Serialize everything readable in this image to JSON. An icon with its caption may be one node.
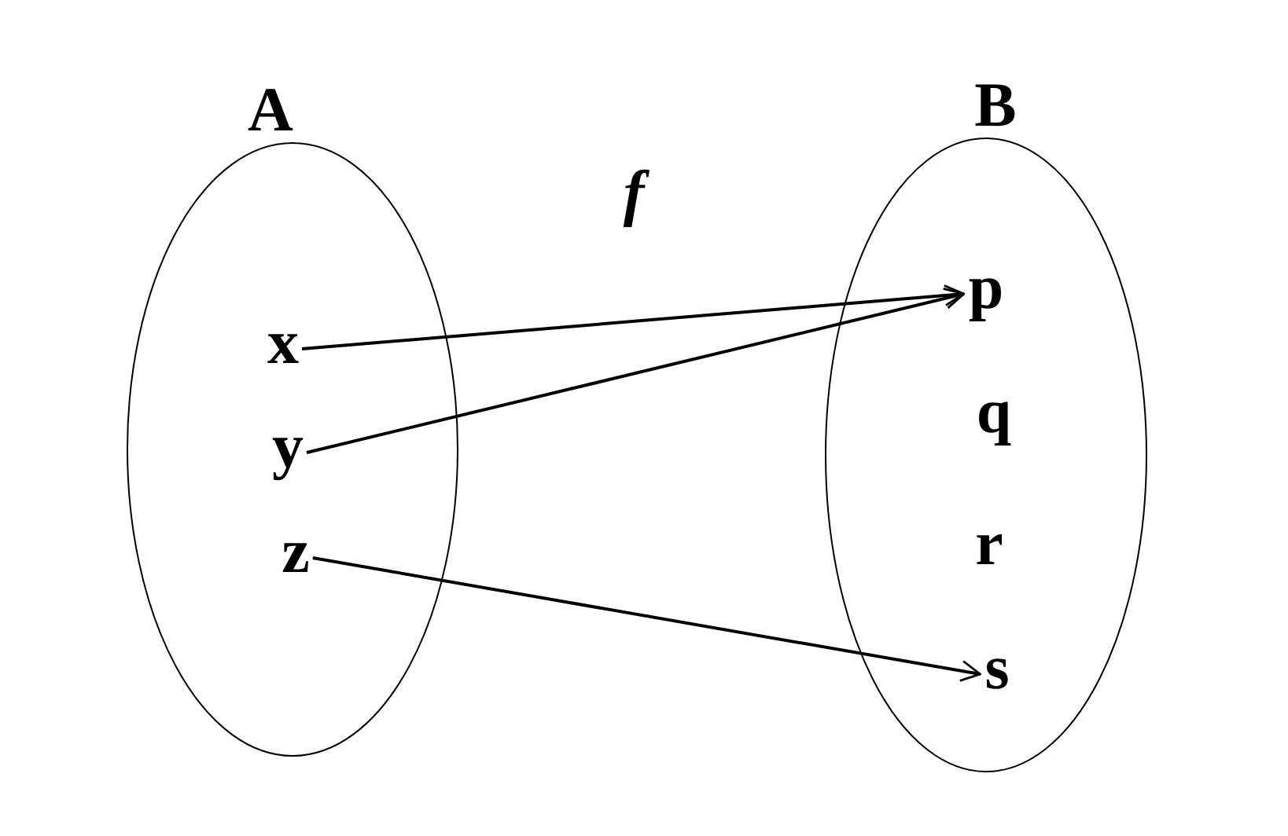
{
  "diagram": {
    "nodes": [
      {
        "text": [
          "A"
        ]
      },
      {
        "text": [
          "B"
        ]
      },
      {
        "text": [
          "x"
        ],
        "in": 0
      },
      {
        "text": [
          "y"
        ],
        "in": 0
      },
      {
        "text": [
          "z"
        ],
        "in": 0
      },
      {
        "text": [
          "p"
        ],
        "in": 1
      },
      {
        "text": [
          "q"
        ],
        "in": 1
      },
      {
        "text": [
          "r"
        ],
        "in": 1
      },
      {
        "text": [
          "s"
        ],
        "in": 1
      }
    ],
    "edges": [
      {
        "from": 2,
        "to": 5,
        "arrow": "to"
      },
      {
        "from": 3,
        "to": 5,
        "arrow": "to"
      },
      {
        "from": 4,
        "to": 8,
        "arrow": "to"
      }
    ],
    "labels": [
      "f"
    ]
  }
}
